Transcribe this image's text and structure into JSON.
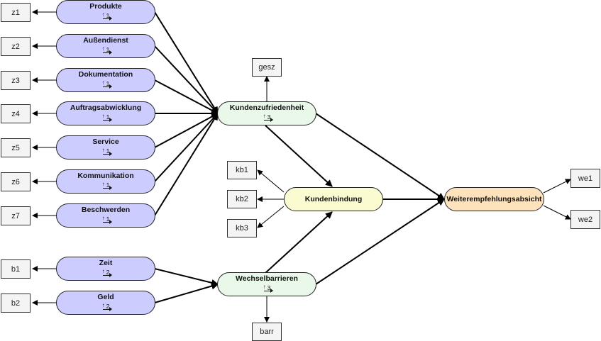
{
  "indicators_left": [
    "z1",
    "z2",
    "z3",
    "z4",
    "z5",
    "z6",
    "z7",
    "b1",
    "b2"
  ],
  "exogenous": [
    {
      "label": "Produkte",
      "index": "1"
    },
    {
      "label": "Außendienst",
      "index": "1"
    },
    {
      "label": "Dokumentation",
      "index": "1"
    },
    {
      "label": "Auftragsabwicklung",
      "index": "1"
    },
    {
      "label": "Service",
      "index": "1"
    },
    {
      "label": "Kommunikation",
      "index": "1"
    },
    {
      "label": "Beschwerden",
      "index": "1"
    },
    {
      "label": "Zeit",
      "index": "2"
    },
    {
      "label": "Geld",
      "index": "2"
    }
  ],
  "endogenous": {
    "kundenzufriedenheit": {
      "label": "Kundenzufriedenheit",
      "index": "3"
    },
    "wechselbarrieren": {
      "label": "Wechselbarrieren",
      "index": "3"
    },
    "kundenbindung": {
      "label": "Kundenbindung"
    },
    "weiterempfehlungsabsicht": {
      "label": "Weiterempfehlungsabsicht"
    }
  },
  "indicators_other": {
    "gesz": "gesz",
    "barr": "barr",
    "kb1": "kb1",
    "kb2": "kb2",
    "kb3": "kb3",
    "we1": "we1",
    "we2": "we2"
  },
  "colors": {
    "exogenous": "#ccccff",
    "kundenzufriedenheit": "#e9f8e9",
    "wechselbarrieren": "#e9f8e9",
    "kundenbindung": "#fbfbd2",
    "weiterempfehlungsabsicht": "#fde2bd",
    "indicator": "#f4f4f4"
  }
}
